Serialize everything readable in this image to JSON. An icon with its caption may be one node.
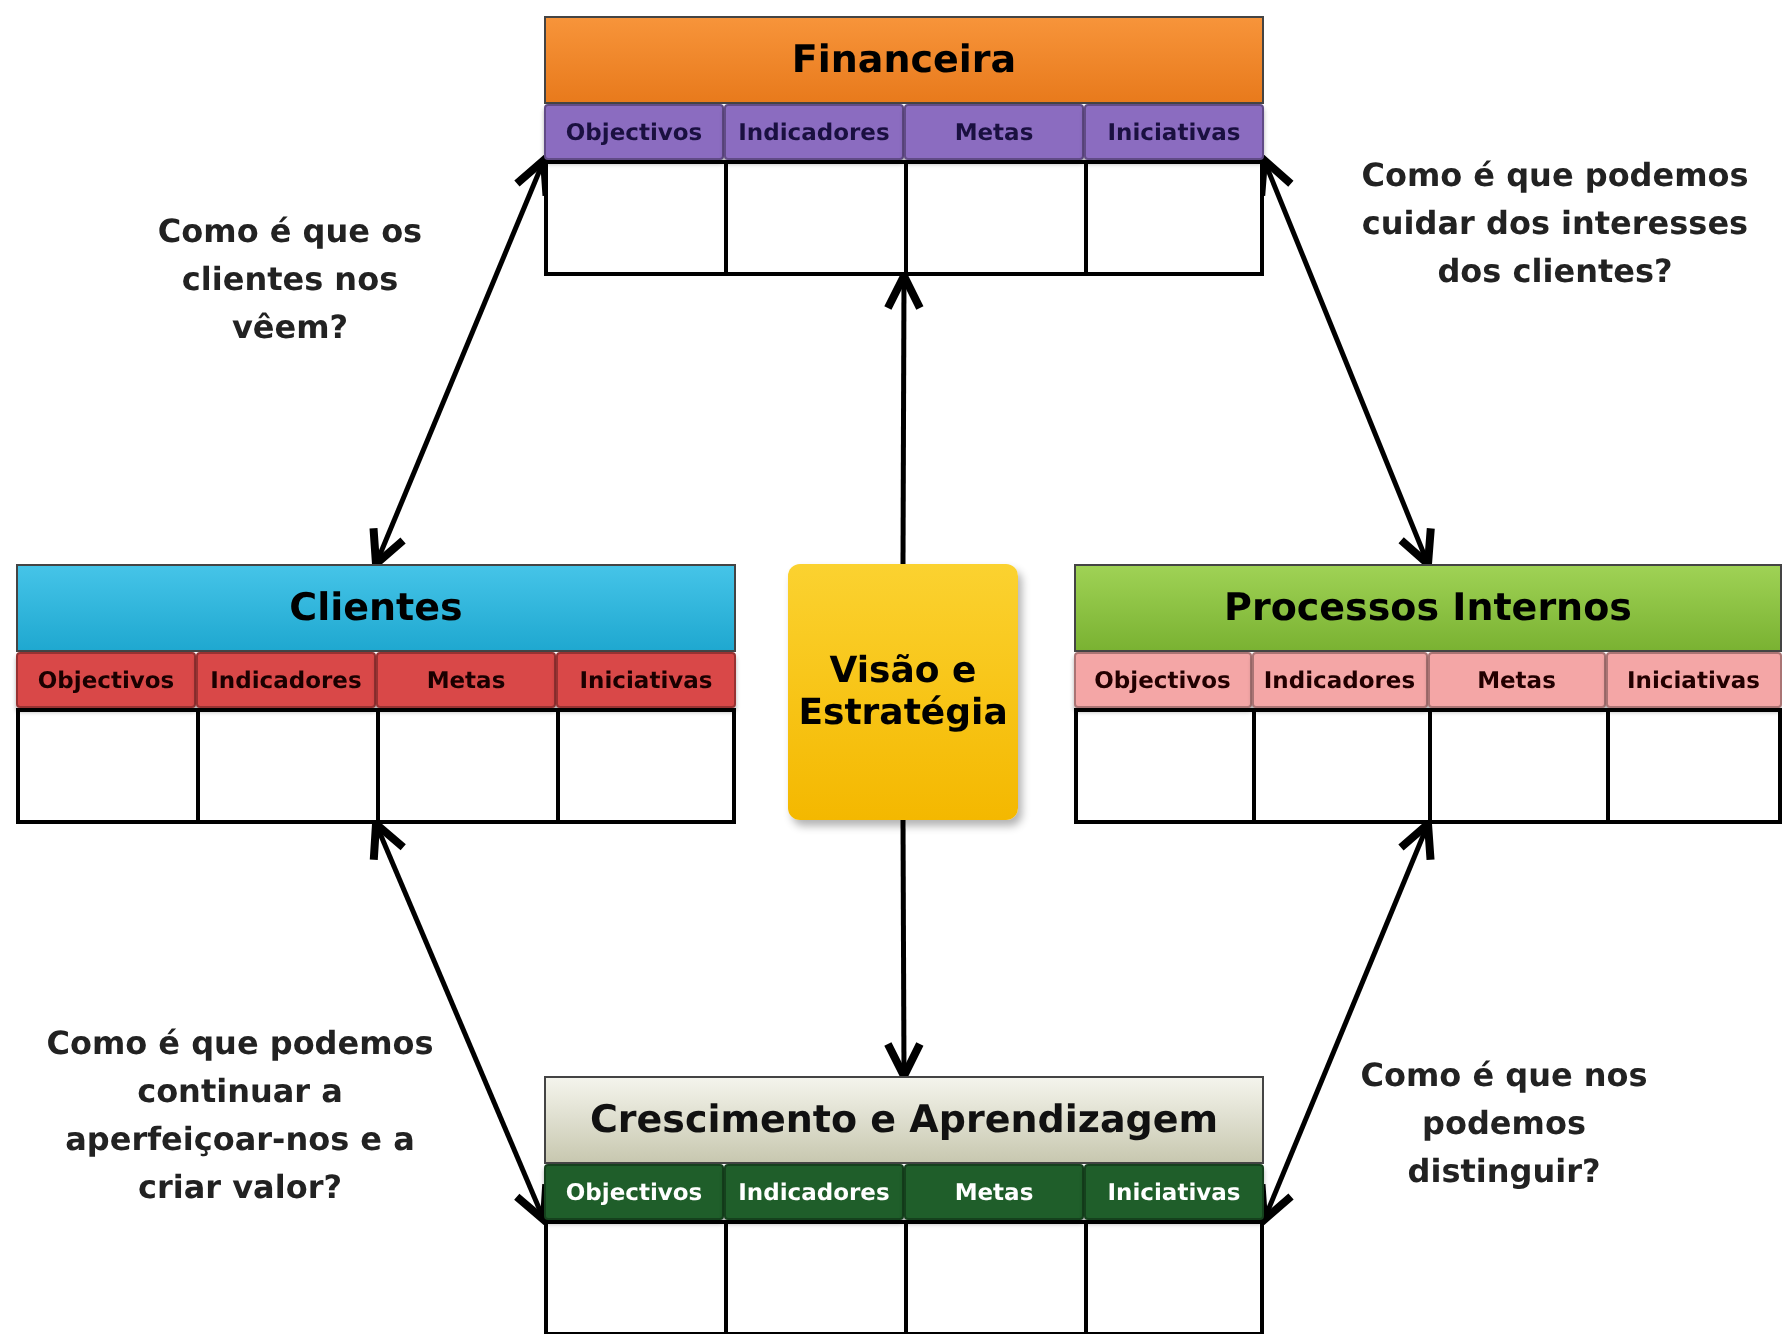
{
  "diagram": {
    "nodes": [
      {
        "text": [
          "Financeira"
        ]
      },
      {
        "text": [
          "Objectivos"
        ],
        "in": 0
      },
      {
        "text": [
          "Indicadores"
        ],
        "in": 0
      },
      {
        "text": [
          "Metas"
        ],
        "in": 0
      },
      {
        "text": [
          "Iniciativas"
        ],
        "in": 0
      },
      {
        "text": [
          "Clientes"
        ]
      },
      {
        "text": [
          "Objectivos"
        ],
        "in": 5
      },
      {
        "text": [
          "Indicadores"
        ],
        "in": 5
      },
      {
        "text": [
          "Metas"
        ],
        "in": 5
      },
      {
        "text": [
          "Iniciativas"
        ],
        "in": 5
      },
      {
        "text": [
          "Visão e Estratégia"
        ]
      },
      {
        "text": [
          "Processos Internos"
        ]
      },
      {
        "text": [
          "Objectivos"
        ],
        "in": 11
      },
      {
        "text": [
          "Indicadores"
        ],
        "in": 11
      },
      {
        "text": [
          "Metas"
        ],
        "in": 11
      },
      {
        "text": [
          "Iniciativas"
        ],
        "in": 11
      },
      {
        "text": [
          "Crescimento e Aprendizagem"
        ]
      },
      {
        "text": [
          "Objectivos"
        ],
        "in": 16
      },
      {
        "text": [
          "Indicadores"
        ],
        "in": 16
      },
      {
        "text": [
          "Metas"
        ],
        "in": 16
      },
      {
        "text": [
          "Iniciativas"
        ],
        "in": 16
      }
    ],
    "edges": [
      {
        "from": 0,
        "to": 5,
        "arrow": "both"
      },
      {
        "from": 0,
        "to": 11,
        "arrow": "both"
      },
      {
        "from": 10,
        "to": 0,
        "arrow": "to"
      },
      {
        "from": 5,
        "to": 16,
        "arrow": "both"
      },
      {
        "from": 11,
        "to": 16,
        "arrow": "both"
      },
      {
        "from": 10,
        "to": 16,
        "arrow": "to"
      }
    ],
    "labels": [
      "Como é que os clientes nos vêem?",
      "Como é que podemos cuidar dos interesses dos clientes?",
      "Como é que podemos continuar a aperfeiçoar-nos e a criar valor?",
      "Como é que nos podemos distinguir?"
    ]
  }
}
